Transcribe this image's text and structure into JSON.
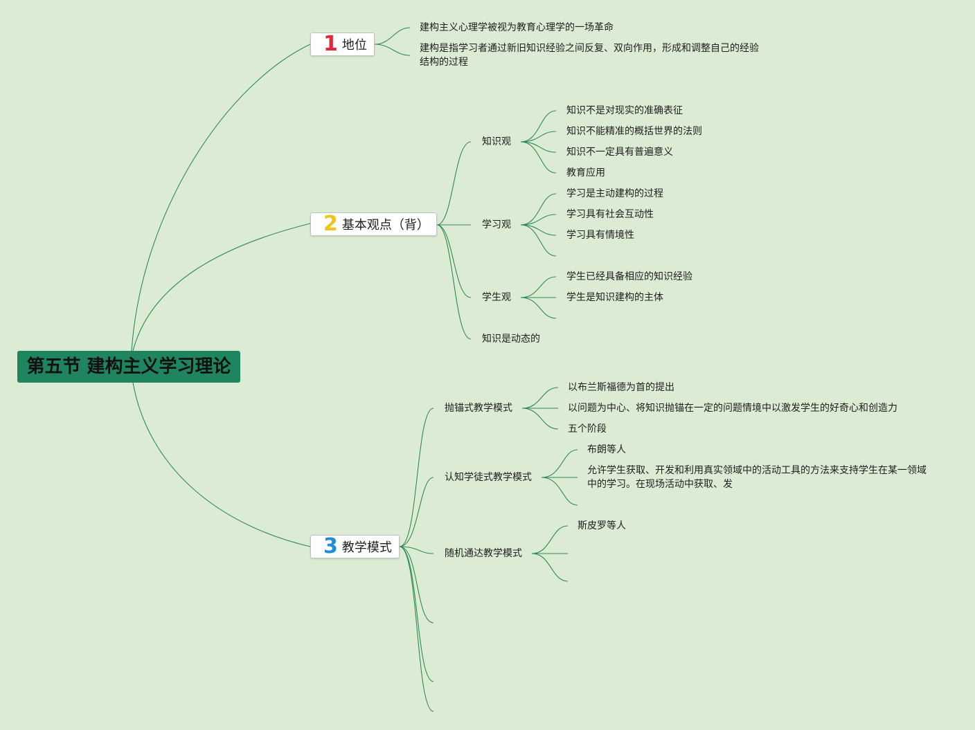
{
  "accent": "#1f8560",
  "line_color": "#2e8a55",
  "root": "第五节 建构主义学习理论",
  "branches": [
    {
      "num": "1",
      "num_color": "#e0283c",
      "label": "地位",
      "items": [
        "建构主义心理学被视为教育心理学的一场革命",
        "建构是指学习者通过新旧知识经验之间反复、双向作用，形成和调整自己的经验结构的过程"
      ]
    },
    {
      "num": "2",
      "num_color": "#f0c419",
      "label": "基本观点（背）",
      "topics": [
        {
          "label": "知识观",
          "items": [
            "知识不是对现实的准确表征",
            "知识不能精准的概括世界的法则",
            "知识不一定具有普遍意义",
            "教育应用"
          ]
        },
        {
          "label": "学习观",
          "items": [
            "学习是主动建构的过程",
            "学习具有社会互动性",
            "学习具有情境性"
          ]
        },
        {
          "label": "学生观",
          "items": [
            "学生已经具备相应的知识经验",
            "学生是知识建构的主体"
          ]
        },
        {
          "label": "知识是动态的"
        }
      ]
    },
    {
      "num": "3",
      "num_color": "#1f8ed6",
      "label": "教学模式",
      "topics": [
        {
          "label": "抛锚式教学模式",
          "items": [
            "以布兰斯福德为首的提出",
            "以问题为中心、将知识抛锚在一定的问题情境中以激发学生的好奇心和创造力",
            "五个阶段"
          ]
        },
        {
          "label": "认知学徒式教学模式",
          "items": [
            "布朗等人",
            "允许学生获取、开发和利用真实领域中的活动工具的方法来支持学生在某一领域中的学习。在现场活动中获取、发"
          ]
        },
        {
          "label": "随机通达教学模式",
          "items": [
            "斯皮罗等人"
          ]
        }
      ]
    }
  ]
}
